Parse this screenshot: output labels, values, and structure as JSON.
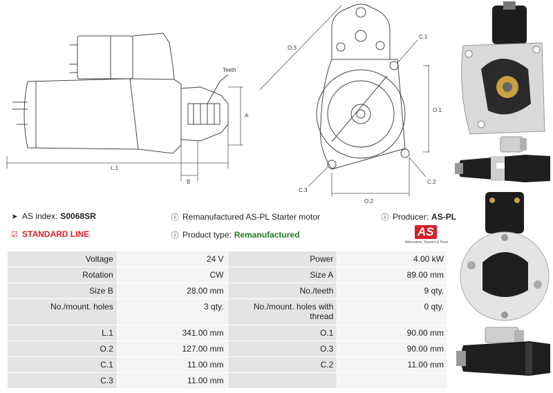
{
  "drawing": {
    "labels": {
      "teeth": "Teeth",
      "a": "A",
      "l1": "L.1",
      "b": "B",
      "o3": "O.3",
      "c1": "C.1",
      "o1": "O.1",
      "c3": "C.3",
      "c2": "C.2",
      "o2": "O.2"
    }
  },
  "info": {
    "as_index_label": "AS index:",
    "as_index_value": "S0068SR",
    "description": "Remanufactured AS-PL Starter motor",
    "producer_label": "Producer:",
    "producer_value": "AS-PL",
    "standard_line": "STANDARD LINE",
    "product_type_label": "Product type:",
    "product_type_value": "Remanufactured"
  },
  "logo": {
    "mark": "AS",
    "tagline": "Alternators, Starters & Parts"
  },
  "specs": [
    {
      "l1": "Voltage",
      "v1": "24 V",
      "l2": "Power",
      "v2": "4.00 kW"
    },
    {
      "l1": "Rotation",
      "v1": "CW",
      "l2": "Size A",
      "v2": "89.00 mm"
    },
    {
      "l1": "Size B",
      "v1": "28.00 mm",
      "l2": "No./teeth",
      "v2": "9 qty."
    },
    {
      "l1": "No./mount. holes",
      "v1": "3 qty.",
      "l2": "No./mount. holes with thread",
      "v2": "0 qty."
    },
    {
      "l1": "L.1",
      "v1": "341.00 mm",
      "l2": "O.1",
      "v2": "90.00 mm"
    },
    {
      "l1": "O.2",
      "v1": "127.00 mm",
      "l2": "O.3",
      "v2": "90.00 mm"
    },
    {
      "l1": "C.1",
      "v1": "11.00 mm",
      "l2": "C.2",
      "v2": "11.00 mm"
    },
    {
      "l1": "C.3",
      "v1": "11.00 mm",
      "l2": "",
      "v2": ""
    }
  ]
}
